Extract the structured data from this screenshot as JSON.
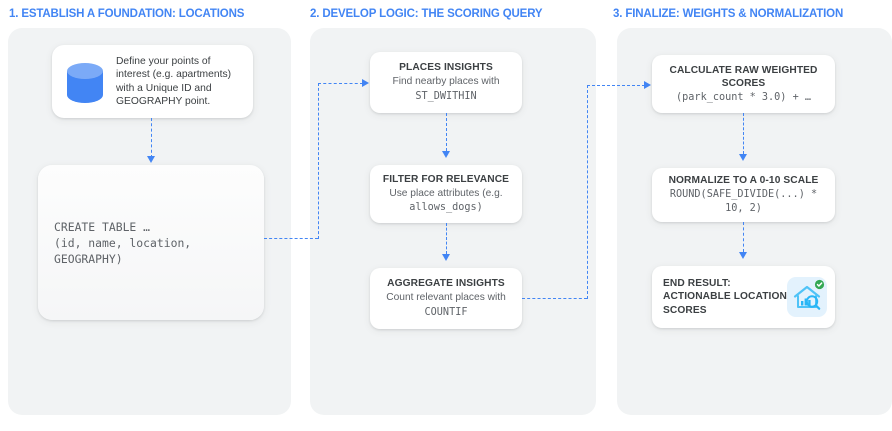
{
  "columns": [
    {
      "title": "1. ESTABLISH A FOUNDATION: LOCATIONS",
      "define_card": {
        "icon": "database-cylinder-icon",
        "text": "Define your points of interest (e.g. apartments) with a Unique ID and GEOGRAPHY point."
      },
      "code_card": {
        "code": "CREATE TABLE …\n(id, name, location,\nGEOGRAPHY)"
      }
    },
    {
      "title": "2. DEVELOP LOGIC: THE SCORING QUERY",
      "steps": [
        {
          "title": "PLACES INSIGHTS",
          "sub": "Find nearby places with",
          "code": "ST_DWITHIN"
        },
        {
          "title": "FILTER FOR RELEVANCE",
          "sub": "Use place attributes (e.g.",
          "code": "allows_dogs)"
        },
        {
          "title": "AGGREGATE INSIGHTS",
          "sub": "Count relevant places with",
          "code": "COUNTIF"
        }
      ]
    },
    {
      "title": "3. FINALIZE: WEIGHTS & NORMALIZATION",
      "steps": [
        {
          "title": "CALCULATE RAW WEIGHTED SCORES",
          "sub": "",
          "code": "(park_count * 3.0) + …"
        },
        {
          "title": "NORMALIZE TO A 0-10 SCALE",
          "sub": "",
          "code": "ROUND(SAFE_DIVIDE(...) * 10, 2)"
        }
      ],
      "end_result": {
        "text": "END RESULT:\nACTIONABLE LOCATION\nSCORES",
        "icon": "house-analytics-search-icon",
        "badge_icon": "green-check-badge-icon"
      }
    }
  ],
  "colors": {
    "accent": "#4285f4",
    "panel_bg": "#f1f3f4",
    "card_bg": "#ffffff",
    "text_primary": "#3c4043",
    "text_secondary": "#5f6368",
    "icon_tile_bg": "#e3f2fd",
    "badge_green": "#34a853"
  }
}
